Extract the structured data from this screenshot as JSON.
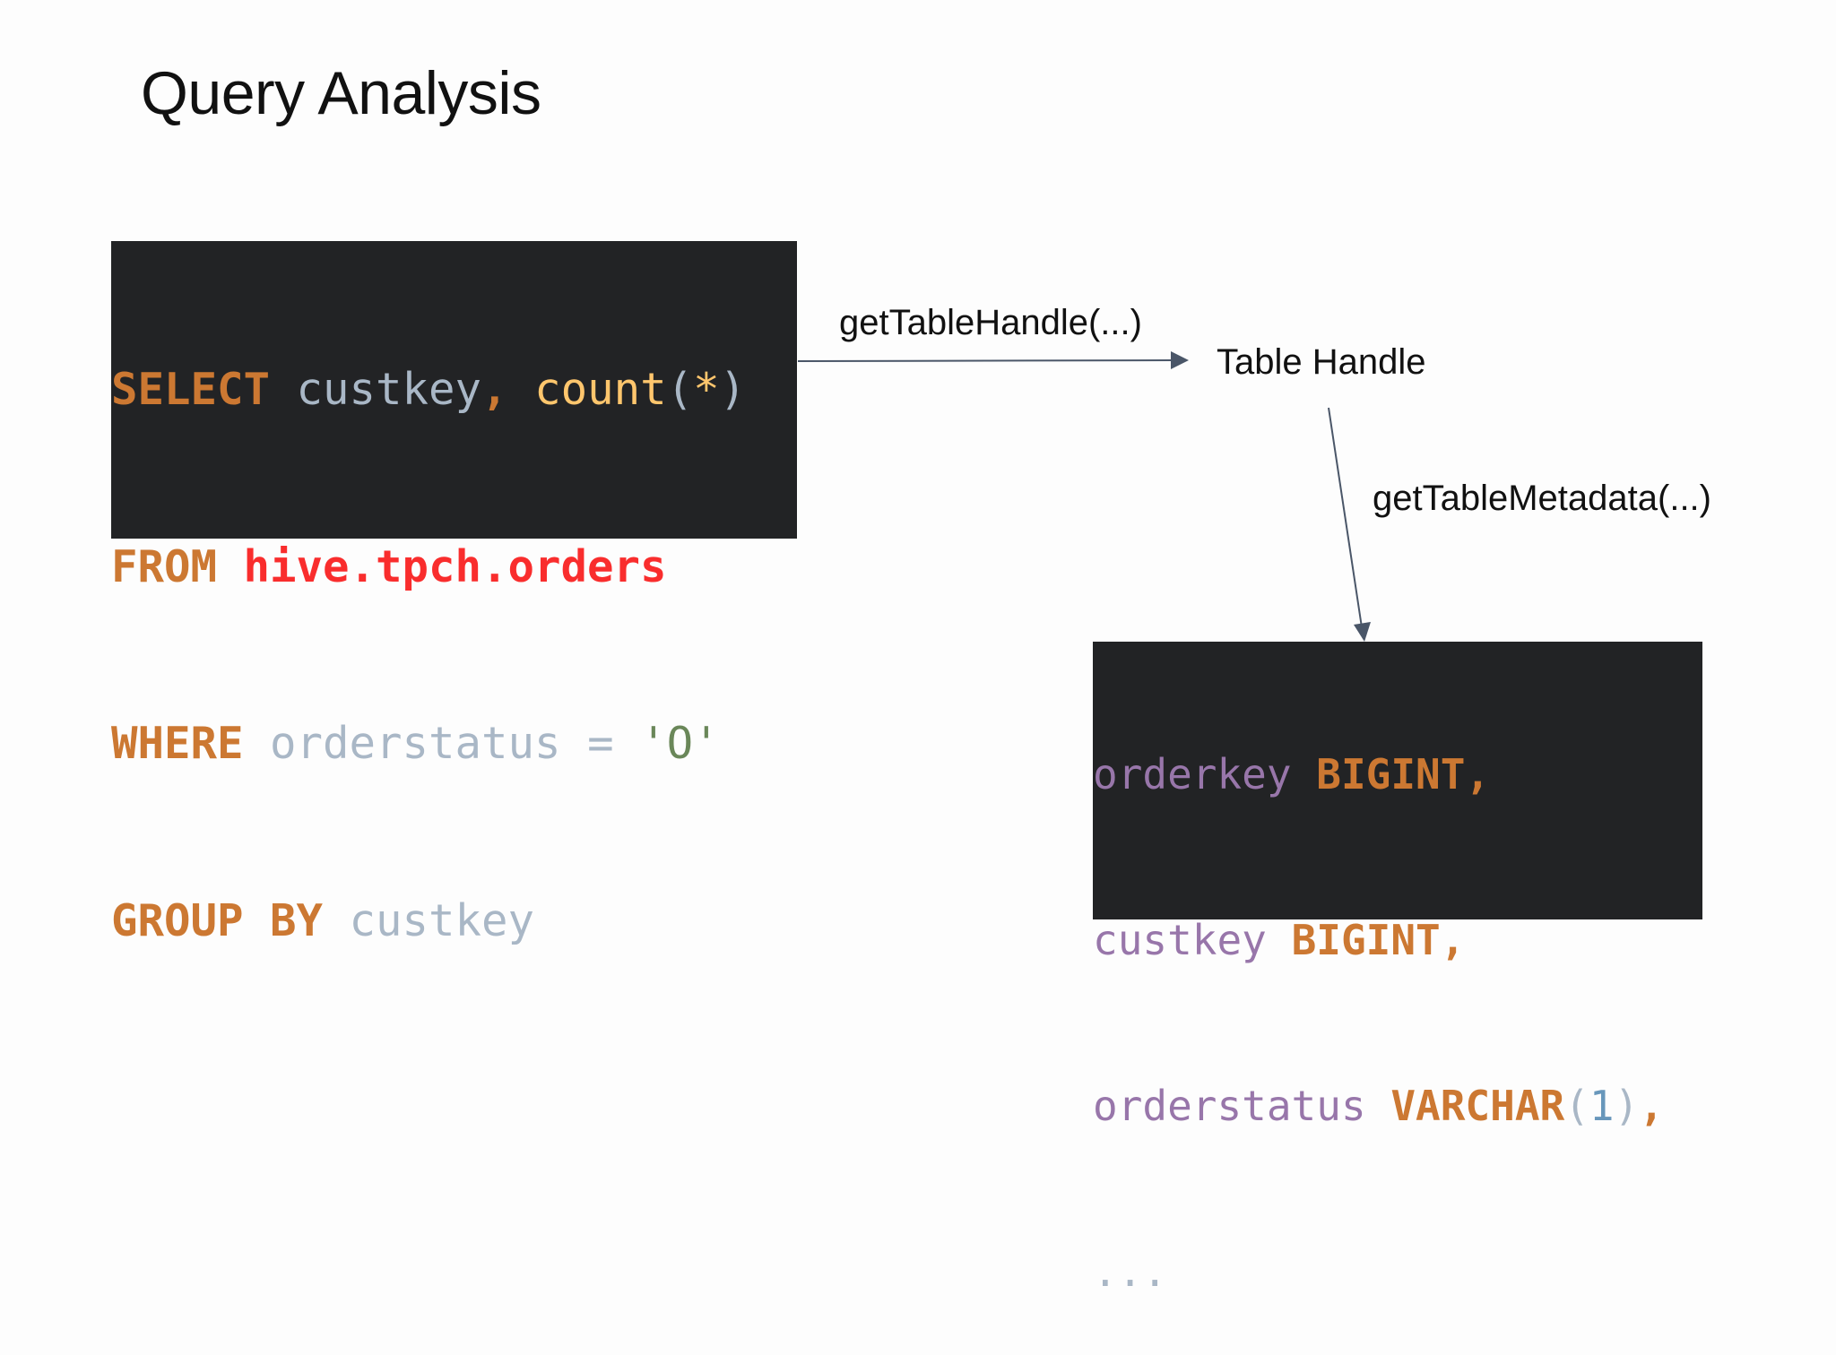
{
  "slide": {
    "title": "Query Analysis"
  },
  "sql_query": {
    "line1": {
      "select": "SELECT",
      "column": "custkey",
      "comma": ",",
      "fn": "count",
      "paren_open": "(",
      "star": "*",
      "paren_close": ")"
    },
    "line2": {
      "from": "FROM",
      "table": "hive.tpch.orders"
    },
    "line3": {
      "where": "WHERE",
      "column": "orderstatus",
      "op": "=",
      "value": "'O'"
    },
    "line4": {
      "group_by": "GROUP BY",
      "column": "custkey"
    }
  },
  "edges": {
    "get_table_handle": "getTableHandle(...)",
    "get_table_metadata": "getTableMetadata(...)"
  },
  "nodes": {
    "table_handle": "Table Handle"
  },
  "schema": {
    "columns": [
      {
        "name": "orderkey",
        "type": "BIGINT",
        "suffix": ","
      },
      {
        "name": "custkey",
        "type": "BIGINT",
        "suffix": ","
      },
      {
        "name": "orderstatus",
        "type": "VARCHAR",
        "paren_open": "(",
        "size": "1",
        "paren_close": ")",
        "suffix": ","
      }
    ],
    "ellipsis": "..."
  },
  "colors": {
    "background": "#fdfdfd",
    "code_background": "#222325",
    "keyword": "#cc7832",
    "identifier": "#a9b7c6",
    "function": "#ffc66d",
    "table_name": "#f92d2d",
    "string": "#6a8759",
    "column_name": "#9876aa",
    "number": "#6897bb",
    "arrow": "#4a5668"
  }
}
